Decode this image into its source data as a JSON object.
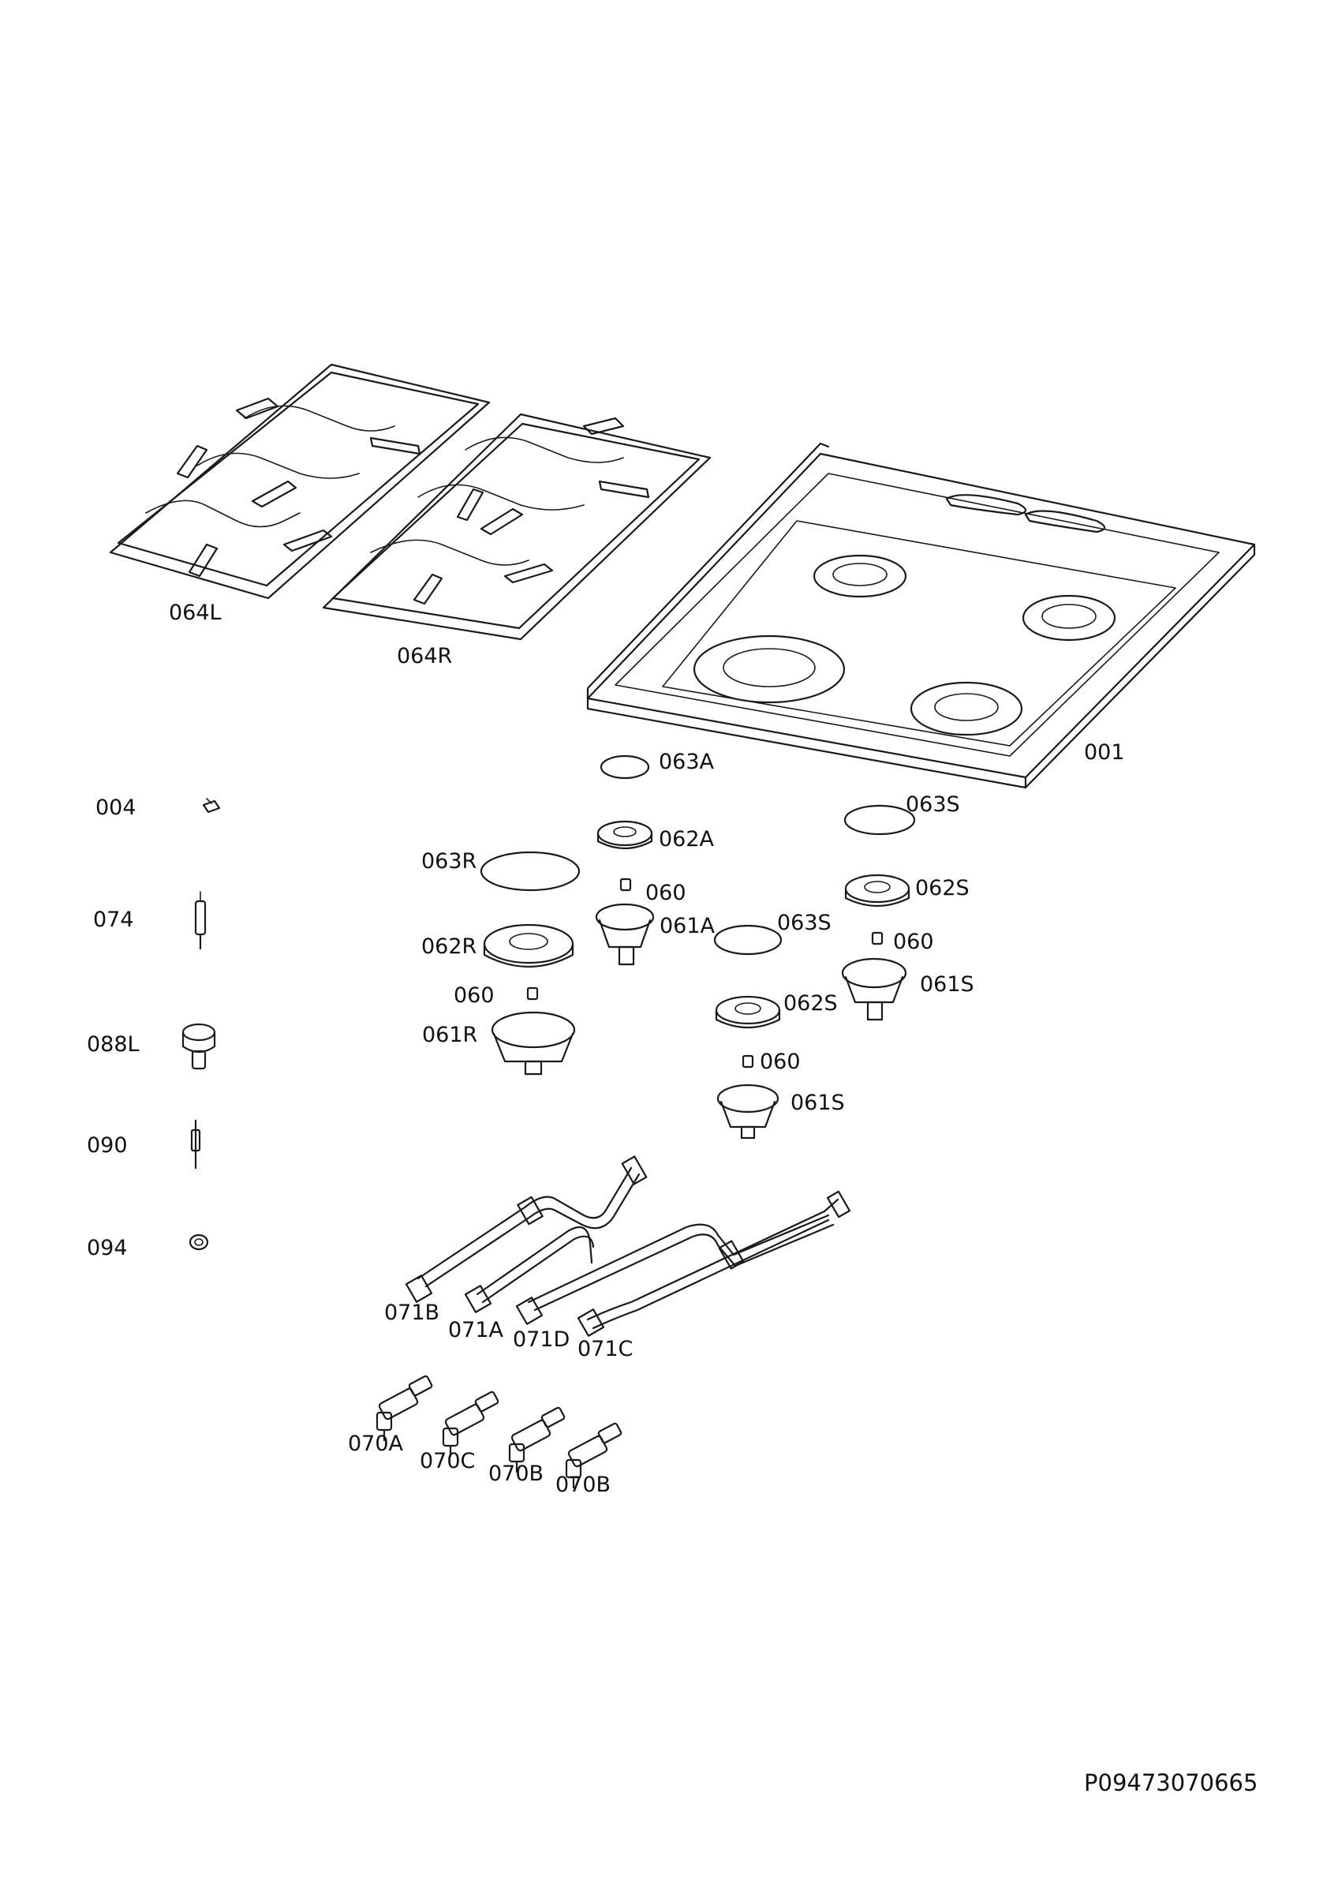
{
  "document_id": "P09473070665",
  "parts": [
    {
      "id": "001",
      "label": "001"
    },
    {
      "id": "004",
      "label": "004"
    },
    {
      "id": "060a",
      "label": "060"
    },
    {
      "id": "060b",
      "label": "060"
    },
    {
      "id": "060c",
      "label": "060"
    },
    {
      "id": "060d",
      "label": "060"
    },
    {
      "id": "061A",
      "label": "061A"
    },
    {
      "id": "061R",
      "label": "061R"
    },
    {
      "id": "061Sa",
      "label": "061S"
    },
    {
      "id": "061Sb",
      "label": "061S"
    },
    {
      "id": "062A",
      "label": "062A"
    },
    {
      "id": "062R",
      "label": "062R"
    },
    {
      "id": "062Sa",
      "label": "062S"
    },
    {
      "id": "062Sb",
      "label": "062S"
    },
    {
      "id": "063A",
      "label": "063A"
    },
    {
      "id": "063R",
      "label": "063R"
    },
    {
      "id": "063Sa",
      "label": "063S"
    },
    {
      "id": "063Sb",
      "label": "063S"
    },
    {
      "id": "064L",
      "label": "064L"
    },
    {
      "id": "064R",
      "label": "064R"
    },
    {
      "id": "070A",
      "label": "070A"
    },
    {
      "id": "070B1",
      "label": "070B"
    },
    {
      "id": "070B2",
      "label": "070B"
    },
    {
      "id": "070C",
      "label": "070C"
    },
    {
      "id": "071A",
      "label": "071A"
    },
    {
      "id": "071B",
      "label": "071B"
    },
    {
      "id": "071C",
      "label": "071C"
    },
    {
      "id": "071D",
      "label": "071D"
    },
    {
      "id": "074",
      "label": "074"
    },
    {
      "id": "088L",
      "label": "088L"
    },
    {
      "id": "090",
      "label": "090"
    },
    {
      "id": "094",
      "label": "094"
    }
  ]
}
